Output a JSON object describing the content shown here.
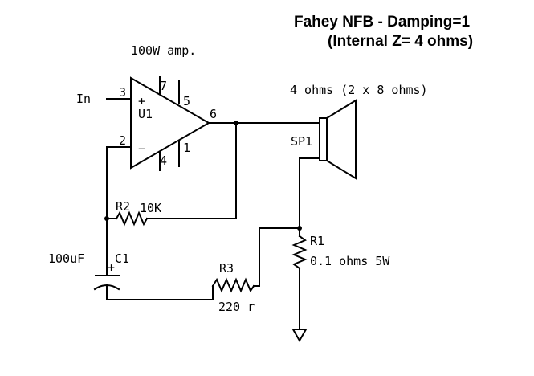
{
  "title": {
    "line1": "Fahey NFB - Damping=1",
    "line2": "(Internal Z= 4 ohms)"
  },
  "amplifier": {
    "label": "100W amp.",
    "ref": "U1",
    "plus": "+",
    "minus": "−",
    "pins": {
      "p3": "3",
      "p2": "2",
      "p7": "7",
      "p5": "5",
      "p6": "6",
      "p1": "1",
      "p4": "4"
    }
  },
  "input": {
    "label": "In"
  },
  "speaker": {
    "ref": "SP1",
    "value": "4 ohms (2 x 8 ohms)"
  },
  "resistors": {
    "r1": {
      "ref": "R1",
      "value": "0.1 ohms 5W"
    },
    "r2": {
      "ref": "R2",
      "value": "10K"
    },
    "r3": {
      "ref": "R3",
      "value": "220 r"
    }
  },
  "capacitor": {
    "ref": "C1",
    "value": "100uF",
    "polarity": "+"
  }
}
